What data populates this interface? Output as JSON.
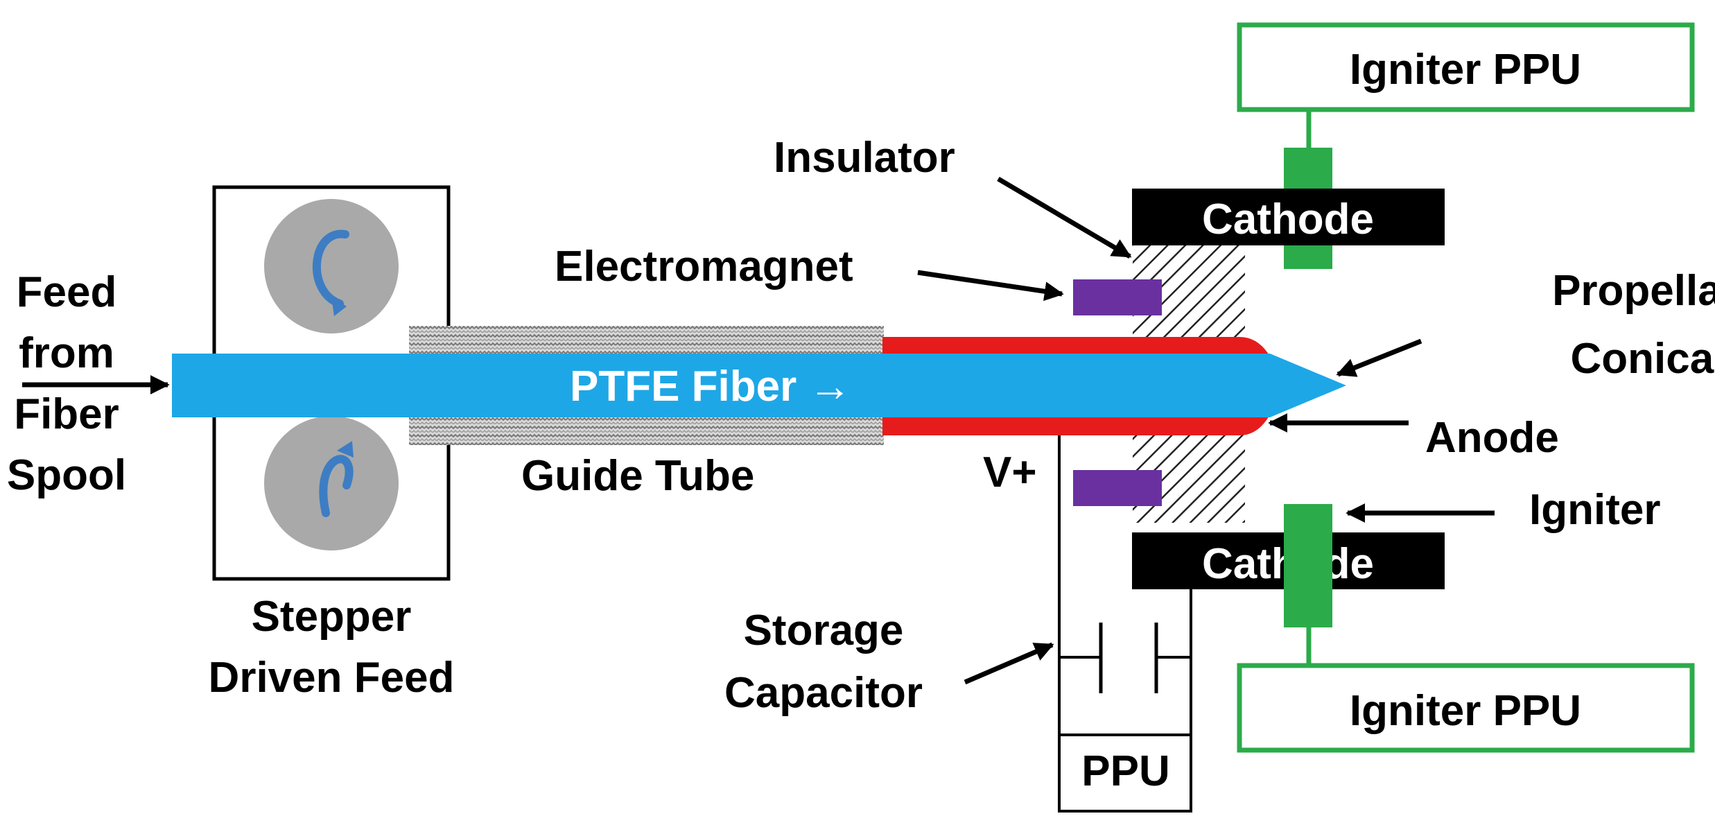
{
  "labels": {
    "feed_from": [
      "Feed",
      "from",
      "Fiber",
      "Spool"
    ],
    "stepper": [
      "Stepper",
      "Driven Feed"
    ],
    "ptfe_fiber": "PTFE Fiber →",
    "guide_tube": "Guide Tube",
    "electromagnet": "Electromagnet",
    "insulator": "Insulator",
    "cathode_top": "Cathode",
    "cathode_bottom": "Cathode",
    "igniter_ppu_top": "Igniter PPU",
    "igniter_ppu_bottom": "Igniter PPU",
    "propellant": [
      "Propellant w/",
      "Conical Tip"
    ],
    "anode": "Anode",
    "igniter": "Igniter",
    "v_plus": "V+",
    "storage_capacitor": [
      "Storage",
      "Capacitor"
    ],
    "ppu": "PPU"
  },
  "colors": {
    "fiber": "#1ea7e6",
    "anode": "#e61c1c",
    "electromagnet": "#6a30a0",
    "igniter": "#2bab4a",
    "igniter_ppu_border": "#2bab4a",
    "cathode": "#000000",
    "roller": "#a9a9a9",
    "roller_arrow": "#3d7dc4"
  }
}
